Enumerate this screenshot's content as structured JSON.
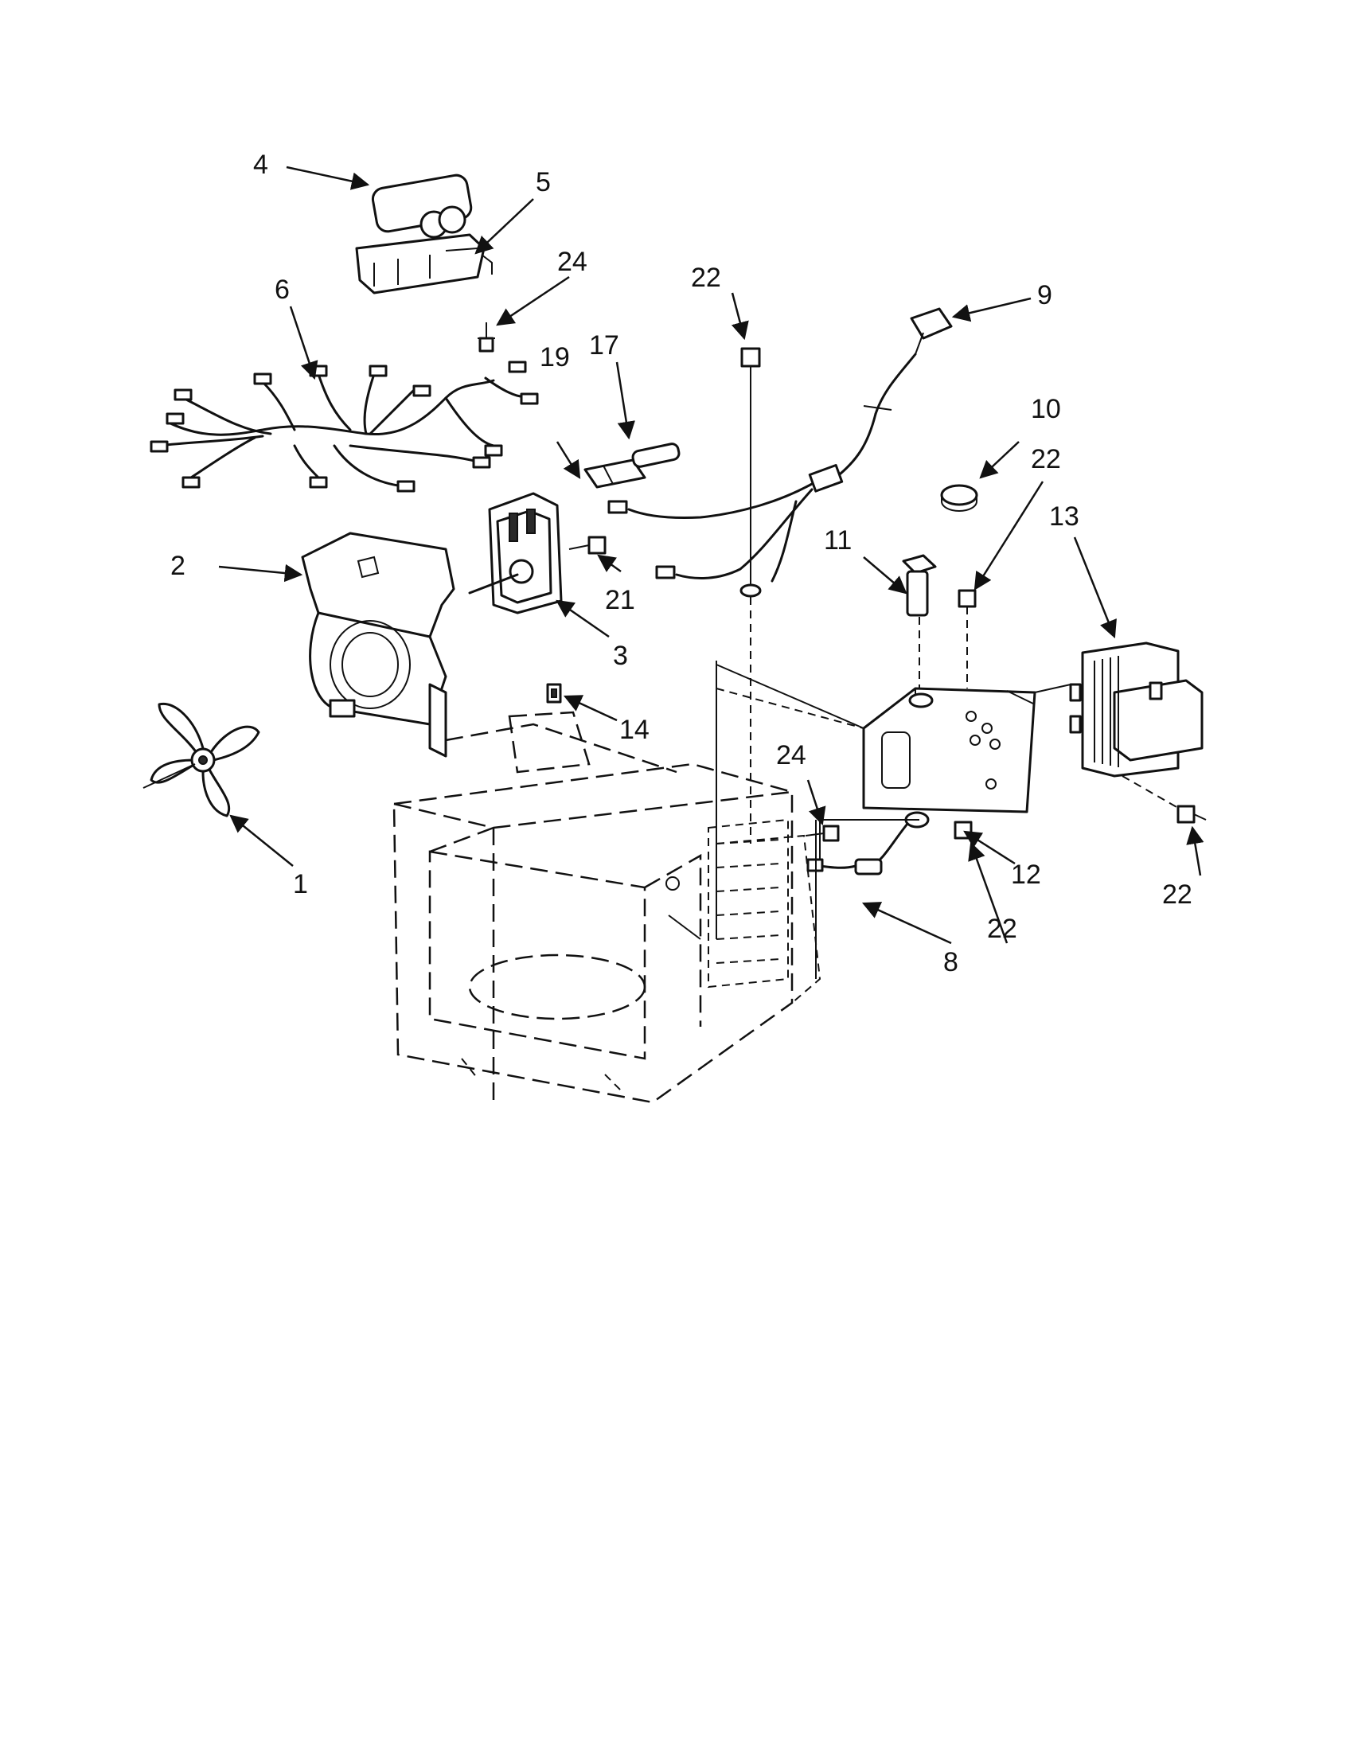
{
  "callouts": [
    {
      "id": "c1",
      "label": "1"
    },
    {
      "id": "c2",
      "label": "2"
    },
    {
      "id": "c3",
      "label": "3"
    },
    {
      "id": "c4",
      "label": "4"
    },
    {
      "id": "c5",
      "label": "5"
    },
    {
      "id": "c6",
      "label": "6"
    },
    {
      "id": "c8",
      "label": "8"
    },
    {
      "id": "c9",
      "label": "9"
    },
    {
      "id": "c10",
      "label": "10"
    },
    {
      "id": "c11",
      "label": "11"
    },
    {
      "id": "c12",
      "label": "12"
    },
    {
      "id": "c13",
      "label": "13"
    },
    {
      "id": "c14",
      "label": "14"
    },
    {
      "id": "c17",
      "label": "17"
    },
    {
      "id": "c19",
      "label": "19"
    },
    {
      "id": "c21",
      "label": "21"
    },
    {
      "id": "c22a",
      "label": "22"
    },
    {
      "id": "c22b",
      "label": "22"
    },
    {
      "id": "c22c",
      "label": "22"
    },
    {
      "id": "c22d",
      "label": "22"
    },
    {
      "id": "c24a",
      "label": "24"
    },
    {
      "id": "c24b",
      "label": "24"
    }
  ],
  "colors": {
    "ink": "#111111",
    "paper": "#ffffff"
  }
}
